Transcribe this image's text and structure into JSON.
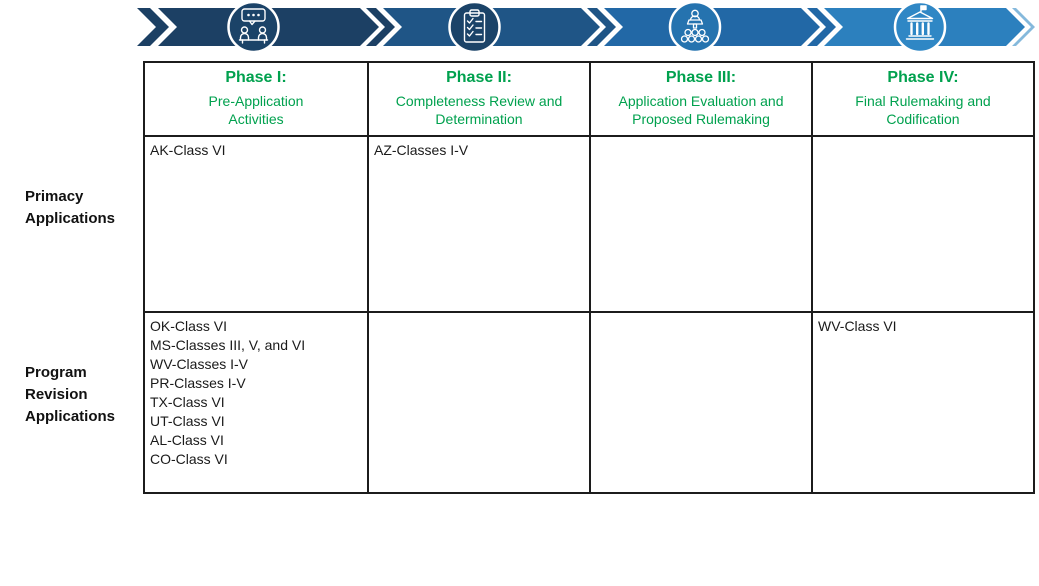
{
  "timeline": {
    "icons": [
      "meeting-icon",
      "checklist-icon",
      "public-hearing-icon",
      "government-building-icon"
    ]
  },
  "table": {
    "columns": [
      {
        "phase": "Phase I:",
        "subtitle": "Pre-Application\nActivities"
      },
      {
        "phase": "Phase II:",
        "subtitle": "Completeness Review and\nDetermination"
      },
      {
        "phase": "Phase III:",
        "subtitle": "Application Evaluation and\nProposed Rulemaking"
      },
      {
        "phase": "Phase IV:",
        "subtitle": "Final Rulemaking and\nCodification"
      }
    ],
    "rows": [
      {
        "label": "Primacy\nApplications",
        "cells": [
          [
            "AK-Class VI"
          ],
          [
            "AZ-Classes I-V"
          ],
          [],
          []
        ]
      },
      {
        "label": "Program\nRevision\nApplications",
        "cells": [
          [
            "OK-Class VI",
            "MS-Classes III, V, and VI",
            "WV-Classes I-V",
            "PR-Classes I-V",
            "TX-Class VI",
            "UT-Class VI",
            "AL-Class VI",
            "CO-Class VI"
          ],
          [],
          [],
          [
            "WV-Class VI"
          ]
        ]
      }
    ]
  },
  "colors": {
    "phase_header_green": "#00A14E",
    "band_segment_1": "#1C4064",
    "band_segment_2": "#1F5586",
    "band_segment_3": "#2268A6",
    "band_segment_4": "#2C80BE",
    "band_tip_outline": "#85B9DC",
    "circle_1": "#1B4368",
    "circle_2": "#1B4368",
    "circle_3": "#2573AF",
    "circle_4": "#2F87C5",
    "table_border": "#1C1C1C",
    "text": "#1A1A1A",
    "background": "#FFFFFF"
  }
}
